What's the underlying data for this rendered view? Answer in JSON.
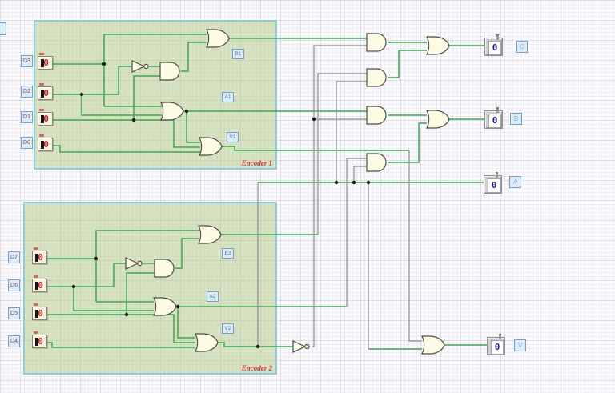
{
  "diagram": {
    "encoder1": {
      "title": "Encoder 1",
      "inputs": [
        {
          "label": "D3",
          "value": "0"
        },
        {
          "label": "D2",
          "value": "0"
        },
        {
          "label": "D1",
          "value": "0"
        },
        {
          "label": "D0",
          "value": "0"
        }
      ],
      "net_labels": [
        "B1",
        "A1",
        "V1"
      ]
    },
    "encoder2": {
      "title": "Encoder 2",
      "inputs": [
        {
          "label": "D7",
          "value": "0"
        },
        {
          "label": "D6",
          "value": "0"
        },
        {
          "label": "D5",
          "value": "0"
        },
        {
          "label": "D4",
          "value": "0"
        }
      ],
      "net_labels": [
        "B2",
        "A2",
        "V2"
      ]
    },
    "outputs": [
      {
        "label": "C",
        "value": "0"
      },
      {
        "label": "B",
        "value": "0"
      },
      {
        "label": "A",
        "value": "0"
      },
      {
        "label": "V",
        "value": "0"
      }
    ],
    "colors": {
      "wire_green": "#3aa84e",
      "wire_gray": "#8c8c8c",
      "region_fill": "#d8e6c0",
      "region_border": "#82cce2",
      "title_red": "#d03048"
    }
  }
}
